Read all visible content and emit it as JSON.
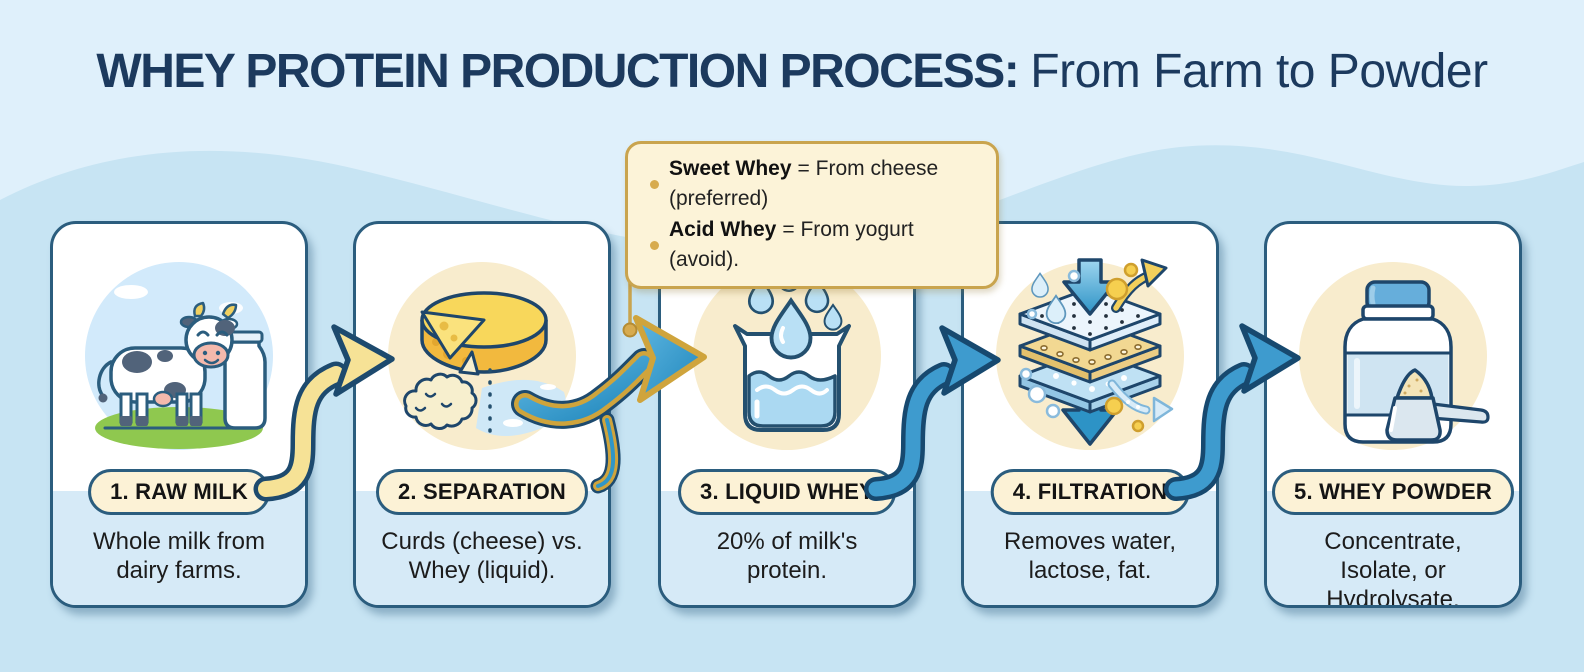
{
  "title": {
    "bold": "WHEY PROTEIN PRODUCTION PROCESS:",
    "light": "From Farm to Powder"
  },
  "callout": {
    "items": [
      {
        "term": "Sweet Whey",
        "rest": "= From cheese (preferred)"
      },
      {
        "term": "Acid Whey",
        "rest": "= From yogurt (avoid)."
      }
    ]
  },
  "steps": [
    {
      "badge": "1. RAW MILK",
      "description": "Whole milk from dairy farms.",
      "icon": "cow-and-milk-bottle-icon"
    },
    {
      "badge": "2. SEPARATION",
      "description": "Curds (cheese) vs. Whey (liquid).",
      "icon": "cheese-wheel-and-curds-icon"
    },
    {
      "badge": "3. LIQUID WHEY",
      "description": "20% of milk's protein.",
      "icon": "beaker-with-drops-icon"
    },
    {
      "badge": "4. FILTRATION",
      "description": "Removes water, lactose, fat.",
      "icon": "filter-membrane-icon"
    },
    {
      "badge": "5. WHEY POWDER",
      "description": "Concentrate, Isolate, or Hydrolysate.",
      "icon": "protein-jar-scoop-icon"
    }
  ],
  "colors": {
    "background_top": "#dff0fb",
    "background_wave": "#c7e4f3",
    "title": "#1c3a5e",
    "card_border": "#2b5d7e",
    "card_bottom_band": "#d6eaf7",
    "badge_bg": "#fcf2d6",
    "callout_bg": "#fcf3d8",
    "callout_border": "#c9a44e",
    "arrow_yellow": "#f6e296",
    "arrow_blue": "#3e9bce",
    "arrow_gold_border": "#cfa43c"
  }
}
